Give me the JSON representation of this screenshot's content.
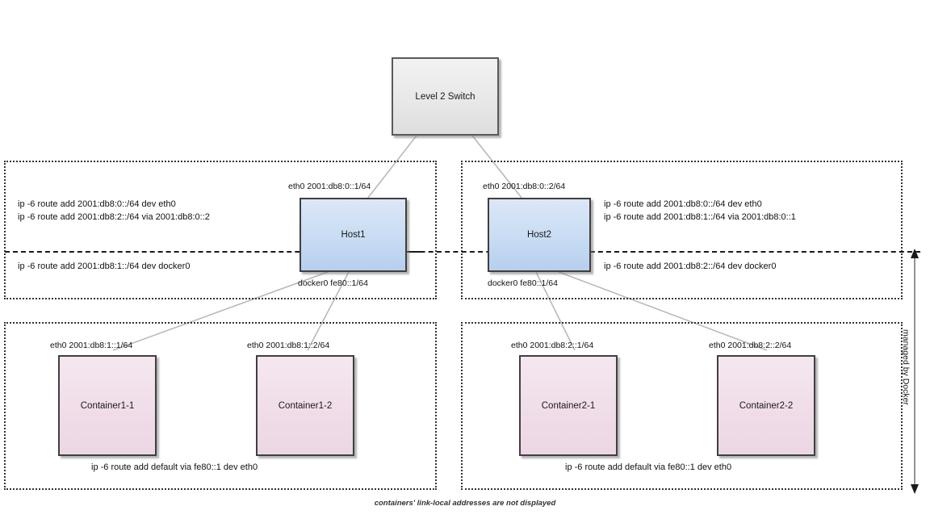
{
  "diagram": {
    "caption": "containers' link-local addresses are not displayed",
    "boundary_annotation": "managed by Docker"
  },
  "switch": {
    "label": "Level 2 Switch"
  },
  "hosts": [
    {
      "name": "Host1",
      "eth0_label": "eth0 2001:db8:0::1/64",
      "docker0_label": "docker0 fe80::1/64",
      "routes_above": [
        "ip -6 route add 2001:db8:0::/64 dev eth0",
        "ip -6 route add 2001:db8:2::/64 via 2001:db8:0::2"
      ],
      "routes_below": [
        "ip -6 route add 2001:db8:1::/64 dev docker0"
      ]
    },
    {
      "name": "Host2",
      "eth0_label": "eth0 2001:db8:0::2/64",
      "docker0_label": "docker0 fe80::1/64",
      "routes_above": [
        "ip -6 route add 2001:db8:0::/64 dev eth0",
        "ip -6 route add 2001:db8:1::/64 via 2001:db8:0::1"
      ],
      "routes_below": [
        "ip -6 route add 2001:db8:2::/64 dev docker0"
      ]
    }
  ],
  "container_groups": [
    {
      "route": "ip -6 route add default via fe80::1 dev eth0",
      "containers": [
        {
          "name": "Container1-1",
          "eth0_label": "eth0 2001:db8:1::1/64"
        },
        {
          "name": "Container1-2",
          "eth0_label": "eth0 2001:db8:1::2/64"
        }
      ]
    },
    {
      "route": "ip -6 route add default via fe80::1 dev eth0",
      "containers": [
        {
          "name": "Container2-1",
          "eth0_label": "eth0 2001:db8:2::1/64"
        },
        {
          "name": "Container2-2",
          "eth0_label": "eth0 2001:db8:2::2/64"
        }
      ]
    }
  ],
  "colors": {
    "switch_fill": "#e8e8e8",
    "host_fill": "#c8dcf3",
    "container_fill": "#f0dde9",
    "border": "#3f3f3f",
    "wire": "#b3b3b3",
    "group_border": "#333333"
  }
}
